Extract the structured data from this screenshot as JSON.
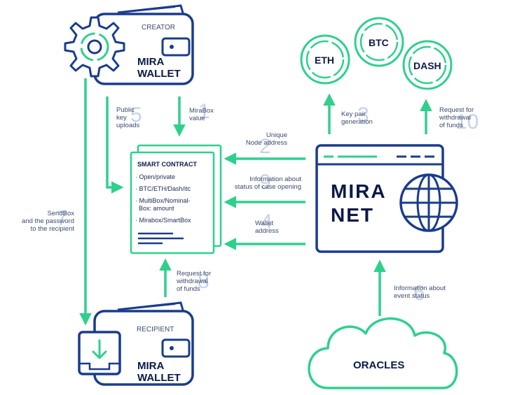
{
  "colors": {
    "navy": "#1a3c8c",
    "green": "#2fd08d",
    "dark": "#0b1a47",
    "muted": "#c6d2ea"
  },
  "creator": {
    "tag": "CREATOR",
    "line1": "MIRA",
    "line2": "WALLET"
  },
  "recipient": {
    "tag": "RECIPIENT",
    "line1": "MIRA",
    "line2": "WALLET"
  },
  "coins": [
    {
      "label": "ETH"
    },
    {
      "label": "BTC"
    },
    {
      "label": "DASH"
    }
  ],
  "smart_contract": {
    "title": "SMART CONTRACT",
    "items": [
      "· Open/private",
      "· BTC/ETH/Dash/itc",
      "· MultiBox/Nominal-\n  Box: amount",
      "· Mirabox/SmartBox"
    ]
  },
  "miranet": {
    "line1": "MIRA",
    "line2": "NET"
  },
  "oracles": {
    "label": "ORACLES"
  },
  "flows": {
    "f1": {
      "num": "1",
      "text": "MiraBox\nvalue"
    },
    "f2": {
      "num": "2",
      "text": "Unique\nNode address"
    },
    "f3": {
      "num": "3",
      "text": "Key pair\ngeneration"
    },
    "f4": {
      "num": "4",
      "text": "Wallet\naddress"
    },
    "f5": {
      "num": "5",
      "text": "Public\nkey\nuploads"
    },
    "f6": {
      "num": "6",
      "text": "Information about\nevent status"
    },
    "f7": {
      "num": "7",
      "text": "SendBox\nand the password\nto the recipient"
    },
    "f8": {
      "num": "8",
      "text": "Request for\nwithdrawal\nof funds"
    },
    "f9": {
      "num": "9",
      "text": "Information about\nstatus of case opening"
    },
    "f10": {
      "num": "10",
      "text": "Request for\nwithdrawal\nof funds"
    }
  }
}
